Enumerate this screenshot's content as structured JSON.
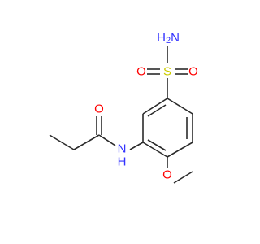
{
  "colors": {
    "bond": "#2b2b2b",
    "oxygen": "#ff0000",
    "nitrogen": "#3333ff",
    "sulfur": "#cccc00"
  },
  "atoms": {
    "sulfonamide_nitrogen": {
      "element": "N",
      "hydrogens": "H",
      "hydrogen_count": "2",
      "color_key": "nitrogen"
    },
    "sulfur": {
      "element": "S",
      "color_key": "sulfur"
    },
    "sulfonyl_oxygen_left": {
      "element": "O",
      "color_key": "oxygen"
    },
    "sulfonyl_oxygen_right": {
      "element": "O",
      "color_key": "oxygen"
    },
    "carbonyl_oxygen": {
      "element": "O",
      "color_key": "oxygen"
    },
    "amide_nitrogen": {
      "element": "N",
      "hydrogens": "H",
      "color_key": "nitrogen"
    },
    "methoxy_oxygen": {
      "element": "O",
      "color_key": "oxygen"
    }
  }
}
